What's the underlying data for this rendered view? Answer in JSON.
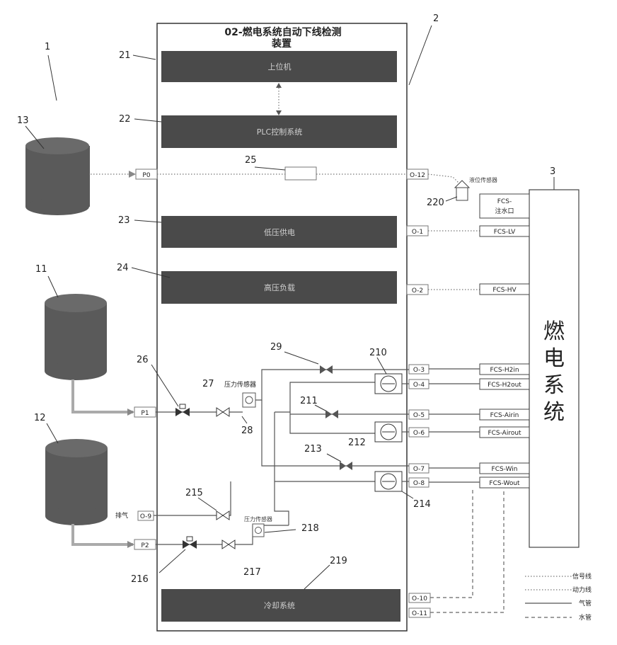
{
  "title_line1": "02-燃电系统自动下线检测",
  "title_line2": "装置",
  "ref_numbers": {
    "n1": "1",
    "n2": "2",
    "n3": "3",
    "n11": "11",
    "n12": "12",
    "n13": "13",
    "n21": "21",
    "n22": "22",
    "n23": "23",
    "n24": "24",
    "n25": "25",
    "n26": "26",
    "n27": "27",
    "n28": "28",
    "n29": "29",
    "n210": "210",
    "n211": "211",
    "n212": "212",
    "n213": "213",
    "n214": "214",
    "n215": "215",
    "n216": "216",
    "n217": "217",
    "n218": "218",
    "n219": "219",
    "n220": "220"
  },
  "bars": {
    "b21": "上位机",
    "b22": "PLC控制系统",
    "b23": "低压供电",
    "b24": "高压负载",
    "b219": "冷却系统"
  },
  "ports": {
    "p0": "P0",
    "p1": "P1",
    "p2": "P2",
    "o1": "O-1",
    "o2": "O-2",
    "o3": "O-3",
    "o4": "O-4",
    "o5": "O-5",
    "o6": "O-6",
    "o7": "O-7",
    "o8": "O-8",
    "o9": "O-9",
    "o10": "O-10",
    "o11": "O-11",
    "o12": "O-12"
  },
  "fcs": {
    "water_label1": "FCS-",
    "water_label2": "注水口",
    "lv": "FCS-LV",
    "hv": "FCS-HV",
    "h2in": "FCS-H2in",
    "h2out": "FCS-H2out",
    "airin": "FCS-Airin",
    "airout": "FCS-Airout",
    "win": "FCS-Win",
    "wout": "FCS-Wout"
  },
  "system_chars": [
    "燃",
    "电",
    "系",
    "统"
  ],
  "labels": {
    "pressure_sensor": "压力传感器",
    "level_sensor": "液位传感器",
    "pressure_sensor_small": "压力传感器",
    "exhaust": "排气"
  },
  "legend": {
    "signal": "信号线",
    "power": "动力线",
    "gas": "气管",
    "water": "水管"
  }
}
